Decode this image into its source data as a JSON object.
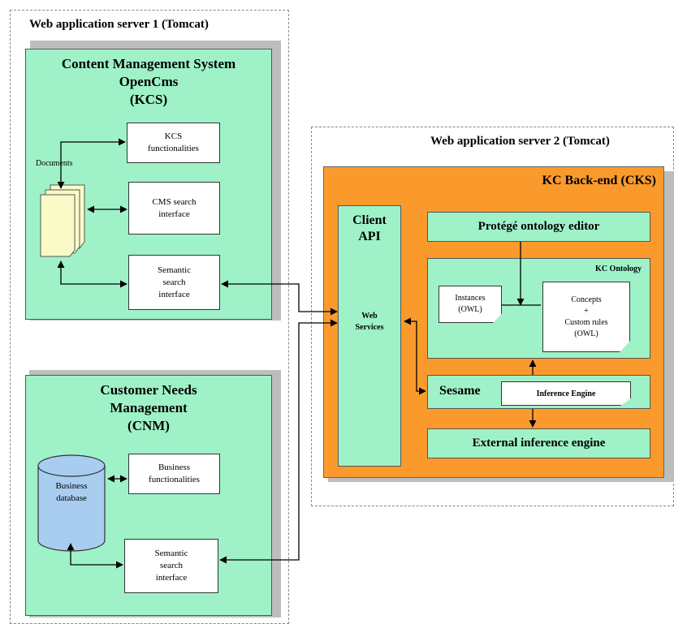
{
  "server1": {
    "title": "Web application server 1 (Tomcat)"
  },
  "server2": {
    "title": "Web application server 2 (Tomcat)"
  },
  "kcs": {
    "title": "Content Management System\nOpenCms\n(KCS)",
    "documents_label": "Documents",
    "kcs_functionalities": "KCS\nfunctionalities",
    "cms_search_interface": "CMS search\ninterface",
    "semantic_search_interface": "Semantic\nsearch\ninterface"
  },
  "cnm": {
    "title": "Customer Needs\nManagement\n(CNM)",
    "business_database": "Business\ndatabase",
    "business_functionalities": "Business\nfunctionalities",
    "semantic_search_interface": "Semantic\nsearch\ninterface"
  },
  "cks": {
    "title": "KC Back-end (CKS)",
    "client_api": "Client\nAPI",
    "web_services": "Web\nServices",
    "protege": "Protégé ontology editor",
    "kc_ontology": "KC Ontology",
    "instances": "Instances\n(OWL)",
    "concepts": "Concepts\n+\nCustom rules\n(OWL)",
    "sesame": "Sesame",
    "inference_engine": "Inference Engine",
    "external_inference_engine": "External inference engine"
  },
  "colors": {
    "green": "#9ff2c8",
    "orange": "#fb9a2c",
    "database_blue": "#a8cdf0",
    "document_yellow": "#fafac8"
  }
}
